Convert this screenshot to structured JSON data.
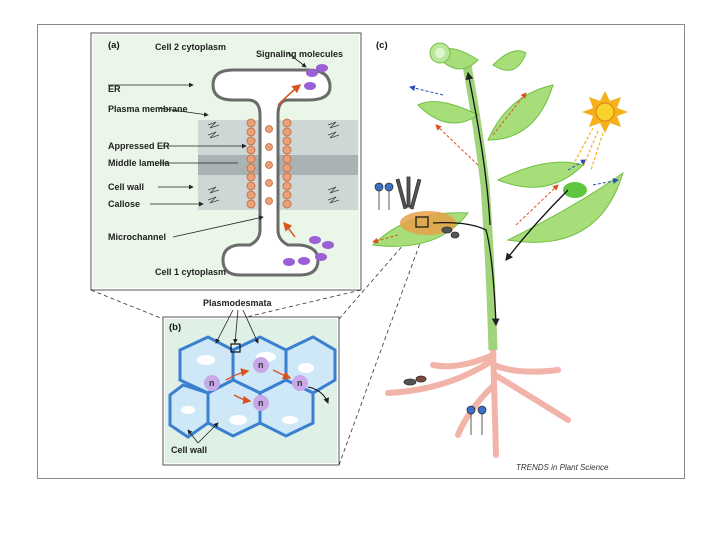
{
  "panel_a": {
    "tag": "(a)",
    "cell2": "Cell 2 cytoplasm",
    "signaling": "Signaling molecules",
    "er": "ER",
    "plasma_membrane": "Plasma membrane",
    "appressed_er": "Appressed ER",
    "middle_lamella": "Middle lamella",
    "cell_wall": "Cell wall",
    "callose": "Callose",
    "microchannel": "Microchannel",
    "cell1": "Cell 1 cytoplasm"
  },
  "panel_b": {
    "tag": "(b)",
    "plasmodesmata": "Plasmodesmata",
    "nucleus": "n",
    "cell_wall": "Cell wall"
  },
  "panel_c": {
    "tag": "(c)"
  },
  "credit": "TRENDS in Plant Science",
  "colors": {
    "leaf": "#a8de7a",
    "leaf_edge": "#6fbf3f",
    "stem": "#9fd47a",
    "root": "#f2b3a8",
    "cell_fill": "#cfe8f7",
    "wall_blue": "#3b7fd1",
    "nucleus": "#c9a8e8",
    "molecule": "#9b5fd6",
    "arrow_red": "#d9531e",
    "sun": "#f5b01b"
  }
}
